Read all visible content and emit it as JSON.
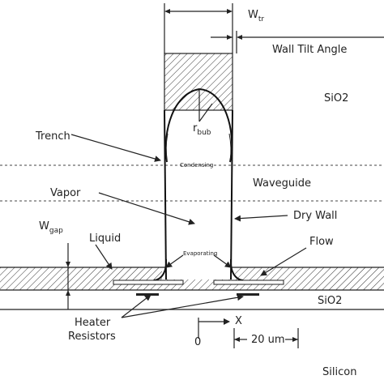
{
  "labels": {
    "w_tr": "W",
    "w_tr_sub": "tr",
    "wall_tilt_angle": "Wall Tilt Angle",
    "sio2_top": "SiO2",
    "trench": "Trench",
    "r_bub": "r",
    "r_bub_sub": "bub",
    "condensing": "Condensing",
    "waveguide": "Waveguide",
    "vapor": "Vapor",
    "dry_wall": "Dry Wall",
    "w_gap": "W",
    "w_gap_sub": "gap",
    "liquid": "Liquid",
    "evaporating": "Evaporating",
    "flow": "Flow",
    "sio2_bottom": "SiO2",
    "heater": "Heater",
    "resistors": "Resistors",
    "zero": "0",
    "x_axis": "X",
    "scale": "20 um",
    "silicon": "Silicon"
  }
}
